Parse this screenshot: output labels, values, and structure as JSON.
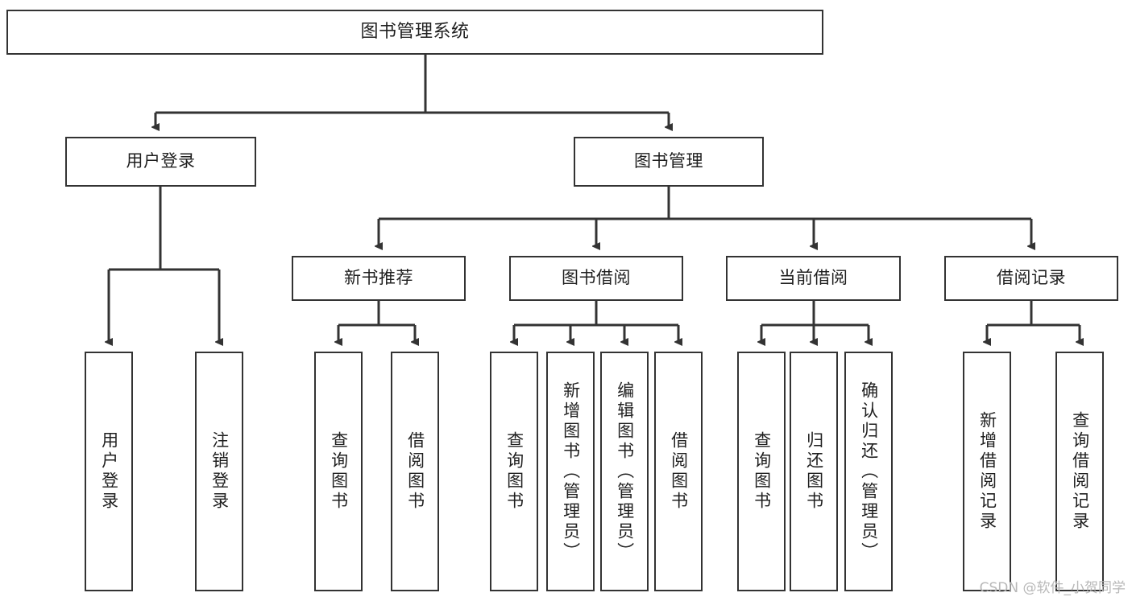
{
  "diagram": {
    "title": "图书管理系统",
    "type": "hierarchy-tree",
    "watermark": "CSDN @软件_小贺同学",
    "colors": {
      "background": "#ffffff",
      "box_border": "#333333",
      "box_fill": "#ffffff",
      "text": "#1f1f1f",
      "connector": "#333333",
      "watermark": "#b8b8b8"
    },
    "root": {
      "label": "图书管理系统"
    },
    "level2": [
      {
        "label": "用户登录"
      },
      {
        "label": "图书管理"
      }
    ],
    "level3": [
      {
        "label": "新书推荐"
      },
      {
        "label": "图书借阅"
      },
      {
        "label": "当前借阅"
      },
      {
        "label": "借阅记录"
      }
    ],
    "leaves": {
      "user_login": [
        {
          "label": "用户登录"
        },
        {
          "label": "注销登录"
        }
      ],
      "new_book_recommend": [
        {
          "label": "查询图书"
        },
        {
          "label": "借阅图书"
        }
      ],
      "book_borrow": [
        {
          "label": "查询图书"
        },
        {
          "label": "新增图书（管理员）"
        },
        {
          "label": "编辑图书（管理员）"
        },
        {
          "label": "借阅图书"
        }
      ],
      "current_borrow": [
        {
          "label": "查询图书"
        },
        {
          "label": "归还图书"
        },
        {
          "label": "确认归还（管理员）"
        }
      ],
      "borrow_record": [
        {
          "label": "新增借阅记录"
        },
        {
          "label": "查询借阅记录"
        }
      ]
    }
  }
}
